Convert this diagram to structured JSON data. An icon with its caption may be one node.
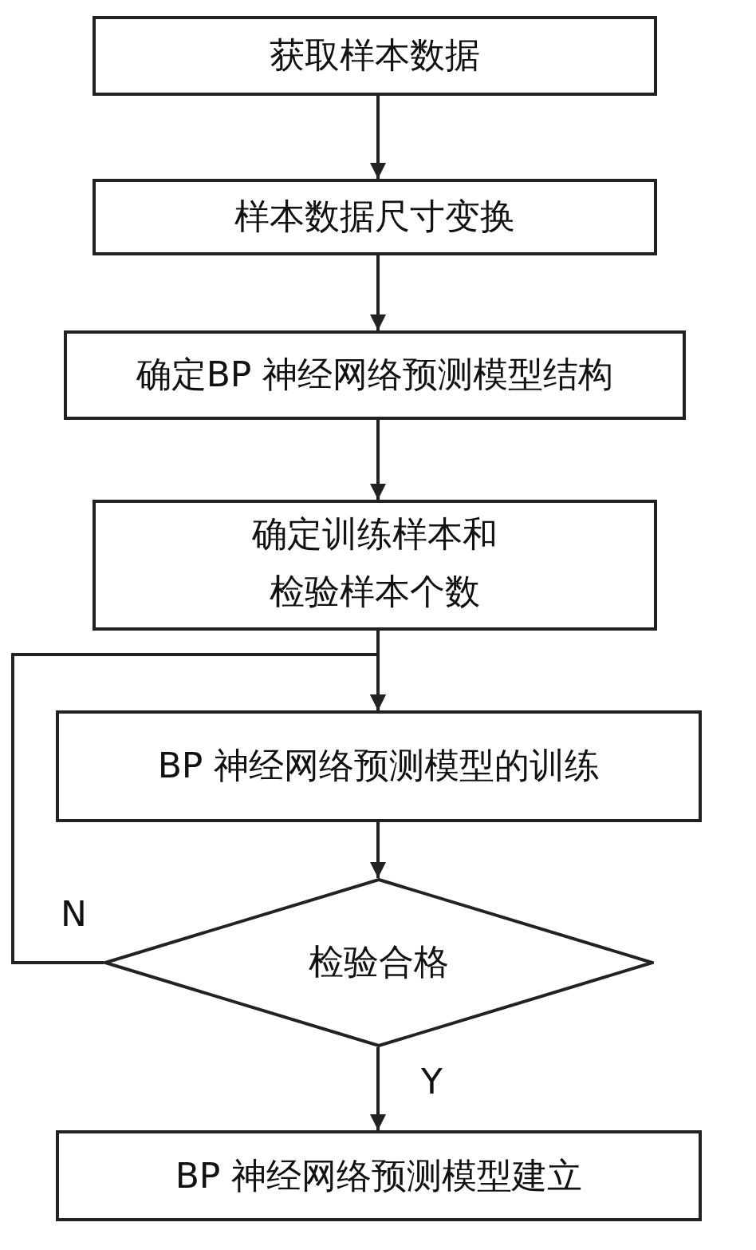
{
  "diagram": {
    "nodes": [
      {
        "text": [
          "获取样本数据"
        ]
      },
      {
        "text": [
          "样本数据尺寸变换"
        ]
      },
      {
        "text": [
          "确定BP 神经网络预测模型结构"
        ]
      },
      {
        "text": [
          "确定训练样本和检验样本个数"
        ]
      },
      {
        "text": [
          "BP 神经网络预测模型的训练"
        ]
      },
      {
        "text": [
          "检验合格"
        ]
      },
      {
        "text": [
          "BP 神经网络预测模型建立"
        ]
      }
    ],
    "edges": [
      {
        "from": 0,
        "to": 1,
        "arrow": "to"
      },
      {
        "from": 1,
        "to": 2,
        "arrow": "to"
      },
      {
        "from": 2,
        "to": 3,
        "arrow": "to"
      },
      {
        "from": 3,
        "to": 4,
        "arrow": "to"
      },
      {
        "from": 4,
        "to": 5,
        "arrow": "to"
      },
      {
        "from": 5,
        "to": 6,
        "arrow": "to",
        "label": "Y"
      },
      {
        "from": 5,
        "to": 4,
        "arrow": "to",
        "label": "N"
      }
    ]
  }
}
